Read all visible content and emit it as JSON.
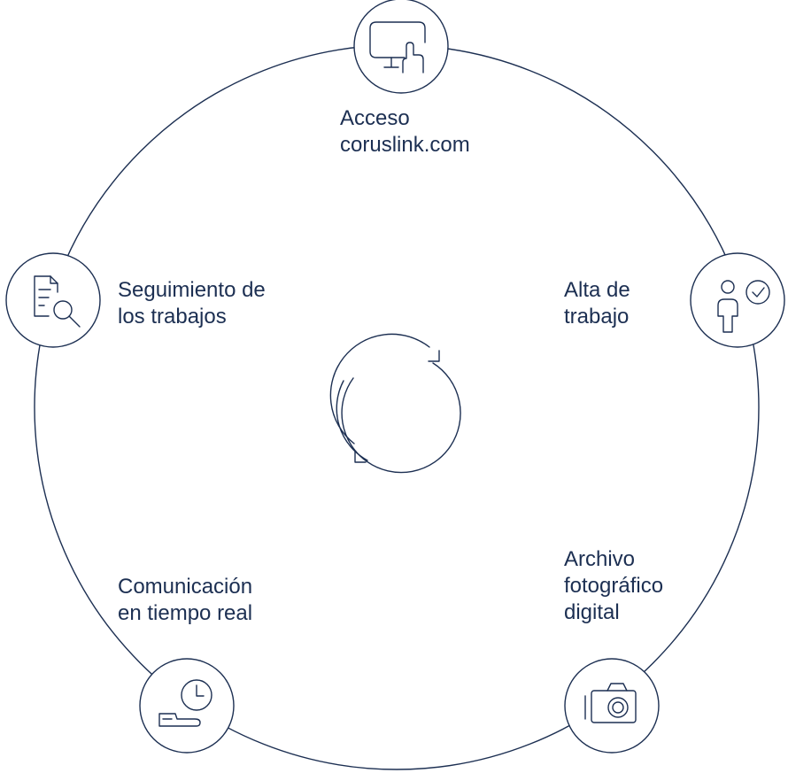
{
  "steps": [
    {
      "id": "acceso",
      "lines": [
        "Acceso",
        "coruslink.com"
      ],
      "icon": "monitor-touch-icon"
    },
    {
      "id": "alta",
      "lines": [
        "Alta de",
        "trabajo"
      ],
      "icon": "user-check-icon"
    },
    {
      "id": "archivo",
      "lines": [
        "Archivo",
        "fotográfico",
        "digital"
      ],
      "icon": "camera-icon"
    },
    {
      "id": "comunicacion",
      "lines": [
        "Comunicación",
        "en tiempo real"
      ],
      "icon": "hand-clock-icon"
    },
    {
      "id": "seguimiento",
      "lines": [
        "Seguimiento de",
        "los trabajos"
      ],
      "icon": "document-search-icon"
    }
  ],
  "center_icon": "cycle-arrows-icon",
  "colors": {
    "stroke": "#1c2f52",
    "text": "#1c2f52",
    "background": "#ffffff"
  }
}
